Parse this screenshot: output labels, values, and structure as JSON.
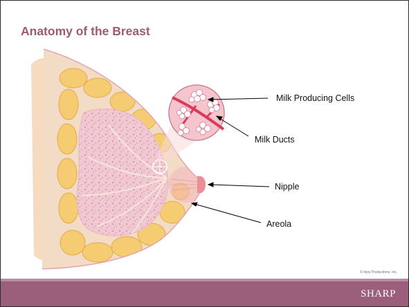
{
  "slide": {
    "title": "Anatomy of the Breast"
  },
  "labels": {
    "milk_producing_cells": "Milk Producing Cells",
    "milk_ducts": "Milk Ducts",
    "nipple": "Nipple",
    "areola": "Areola"
  },
  "credit": "© Injoy Productions, Inc.",
  "footer": {
    "logo": "SHARP"
  },
  "colors": {
    "title": "#9c5a75",
    "footer": "#9b5f7c",
    "muscle": "#e0495a",
    "fat": "#f6cc72",
    "gland": "#f0c9d2"
  }
}
